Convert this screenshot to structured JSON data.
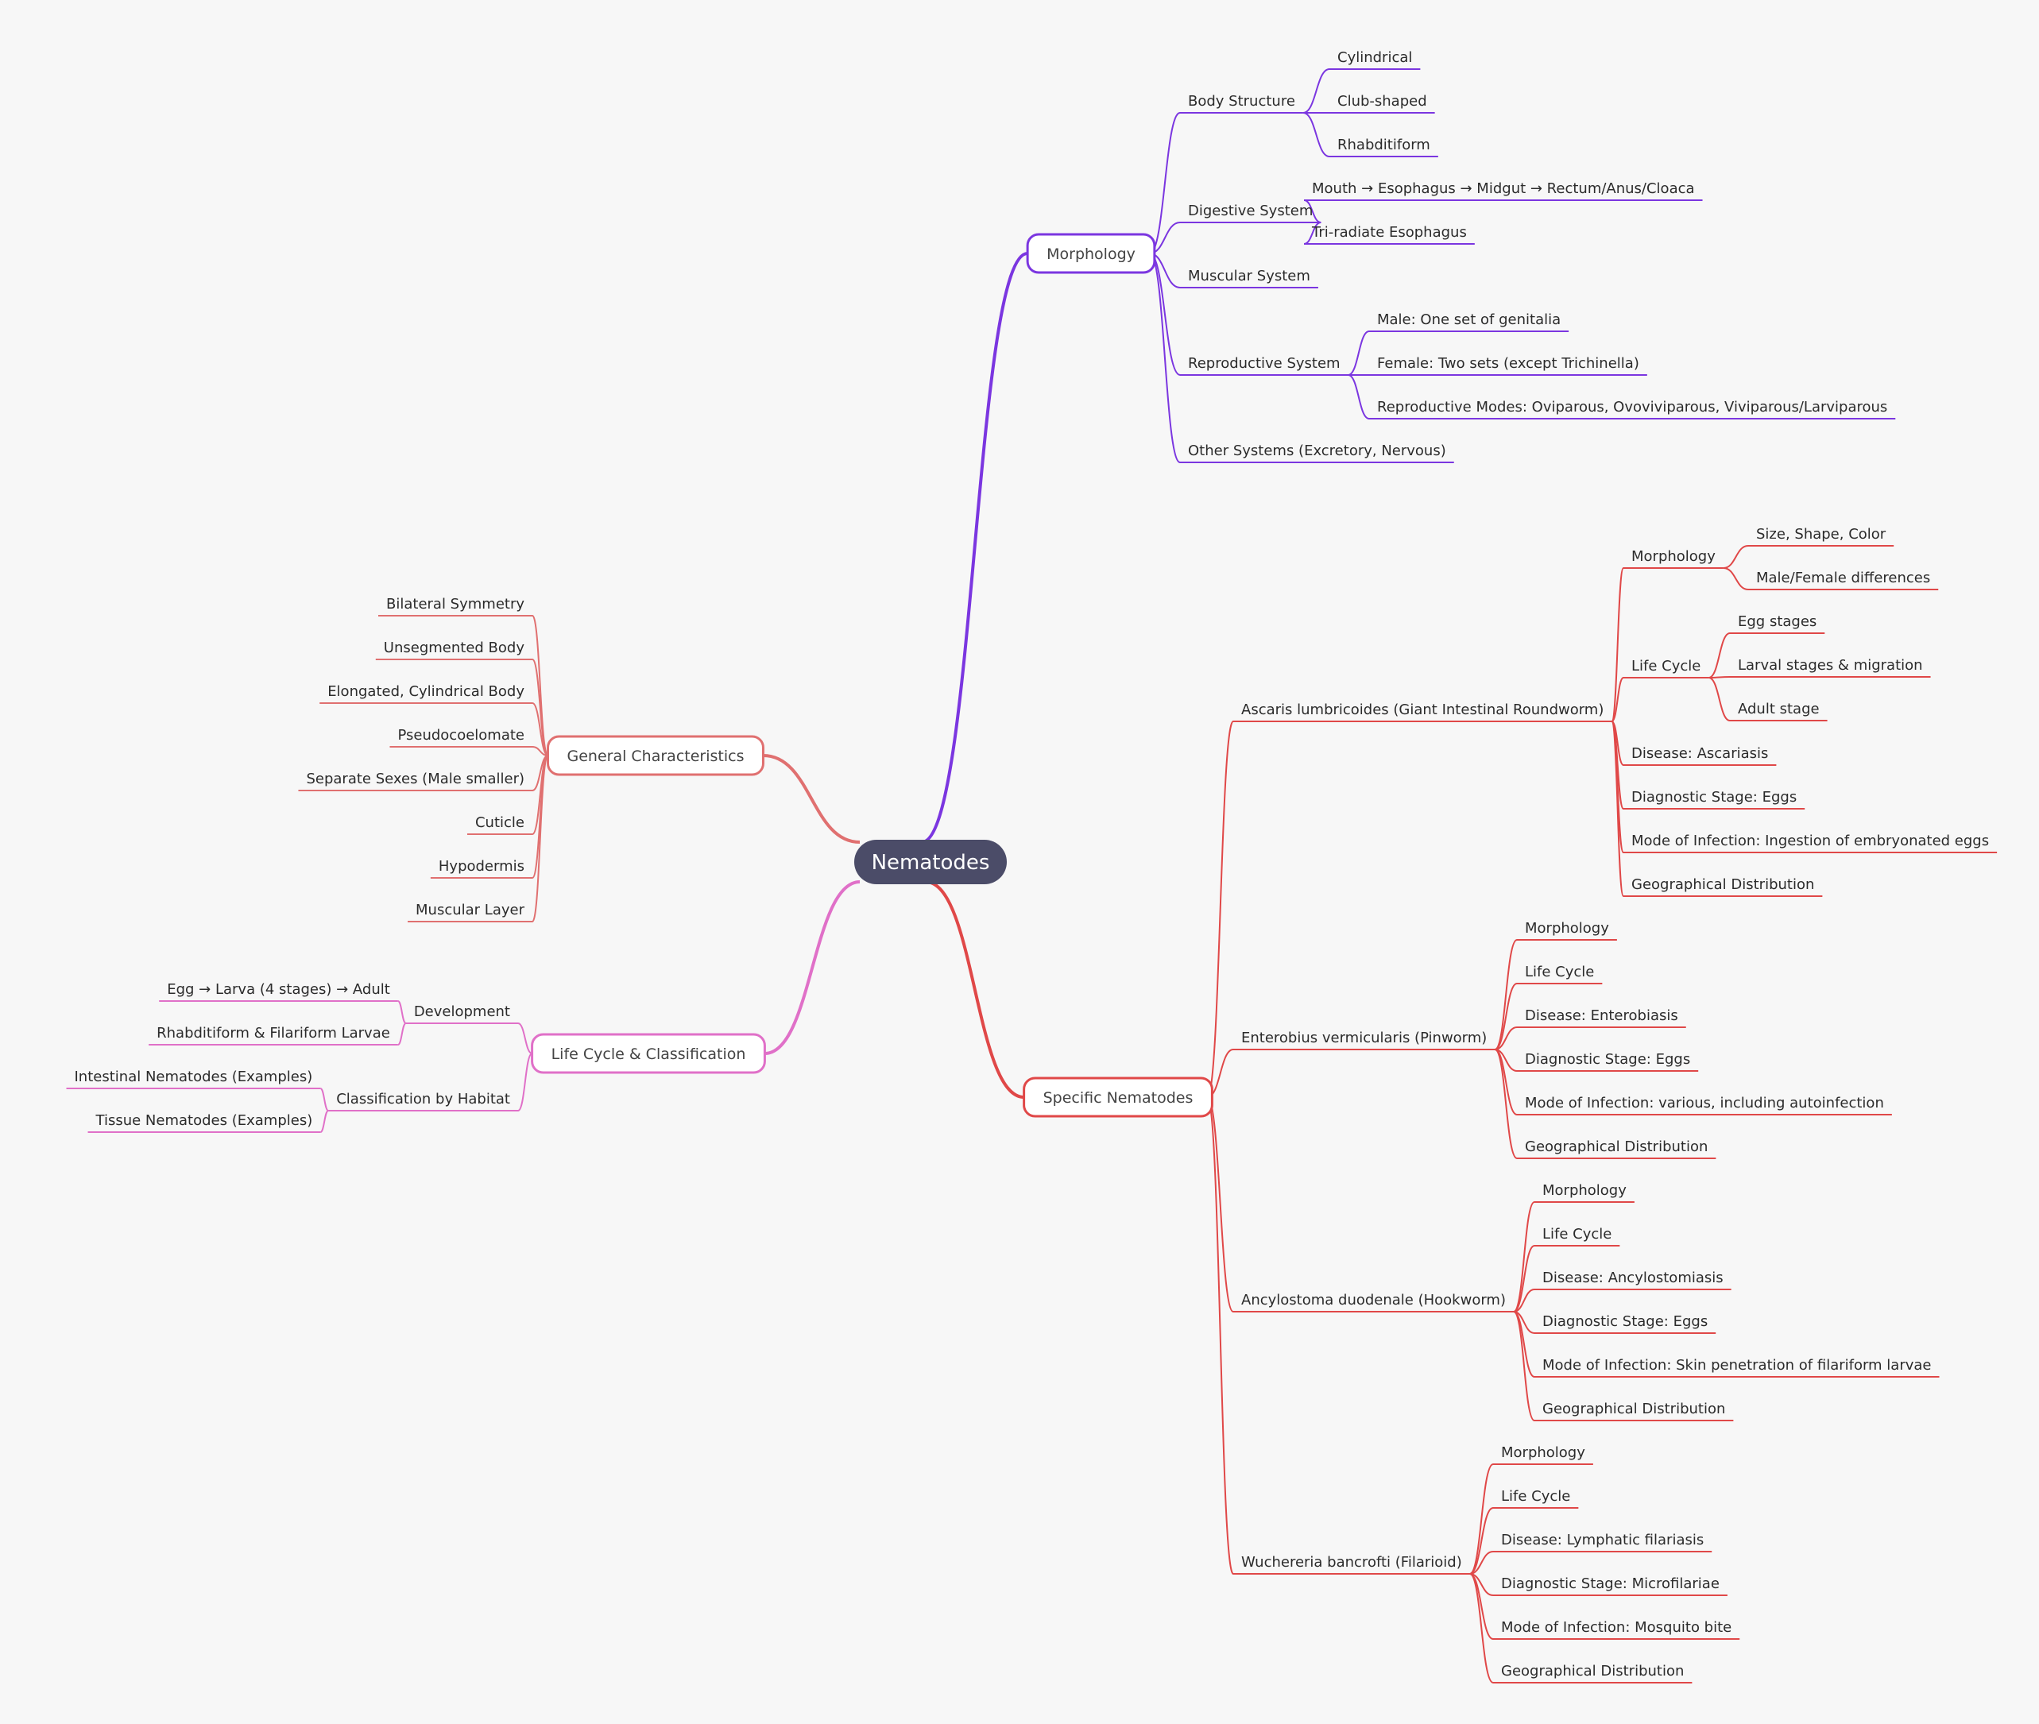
{
  "colors": {
    "background": "#f7f7f7",
    "root": "#4b4c68",
    "morphology": "#7b36e0",
    "general": "#e07070",
    "lifecycle": "#e070c8",
    "specific": "#e04848"
  },
  "root": {
    "label": "Nematodes"
  },
  "branches": {
    "morphology": {
      "label": "Morphology",
      "children": [
        {
          "label": "Body Structure",
          "children": [
            "Cylindrical",
            "Club-shaped",
            "Rhabditiform"
          ]
        },
        {
          "label": "Digestive System",
          "children": [
            "Mouth → Esophagus → Midgut → Rectum/Anus/Cloaca",
            "Tri-radiate Esophagus"
          ]
        },
        {
          "label": "Muscular System",
          "children": []
        },
        {
          "label": "Reproductive System",
          "children": [
            "Male: One set of genitalia",
            "Female: Two sets (except Trichinella)",
            "Reproductive Modes: Oviparous, Ovoviviparous, Viviparous/Larviparous"
          ]
        },
        {
          "label": "Other Systems (Excretory, Nervous)",
          "children": []
        }
      ]
    },
    "general": {
      "label": "General Characteristics",
      "children": [
        "Bilateral Symmetry",
        "Unsegmented Body",
        "Elongated, Cylindrical Body",
        "Pseudocoelomate",
        "Separate Sexes (Male smaller)",
        "Cuticle",
        "Hypodermis",
        "Muscular Layer"
      ]
    },
    "lifecycle": {
      "label": "Life Cycle & Classification",
      "children": [
        {
          "label": "Development",
          "children": [
            "Egg → Larva (4 stages) → Adult",
            "Rhabditiform & Filariform Larvae"
          ]
        },
        {
          "label": "Classification by Habitat",
          "children": [
            "Intestinal Nematodes (Examples)",
            "Tissue Nematodes (Examples)"
          ]
        }
      ]
    },
    "specific": {
      "label": "Specific Nematodes",
      "children": [
        {
          "label": "Ascaris lumbricoides (Giant Intestinal Roundworm)",
          "children": [
            {
              "label": "Morphology",
              "children": [
                "Size, Shape, Color",
                "Male/Female differences"
              ]
            },
            {
              "label": "Life Cycle",
              "children": [
                "Egg stages",
                "Larval stages & migration",
                "Adult stage"
              ]
            },
            {
              "label": "Disease: Ascariasis",
              "children": []
            },
            {
              "label": "Diagnostic Stage: Eggs",
              "children": []
            },
            {
              "label": "Mode of Infection: Ingestion of embryonated eggs",
              "children": []
            },
            {
              "label": "Geographical Distribution",
              "children": []
            }
          ]
        },
        {
          "label": "Enterobius vermicularis (Pinworm)",
          "children": [
            {
              "label": "Morphology",
              "children": []
            },
            {
              "label": "Life Cycle",
              "children": []
            },
            {
              "label": "Disease: Enterobiasis",
              "children": []
            },
            {
              "label": "Diagnostic Stage: Eggs",
              "children": []
            },
            {
              "label": "Mode of Infection: various, including autoinfection",
              "children": []
            },
            {
              "label": "Geographical Distribution",
              "children": []
            }
          ]
        },
        {
          "label": "Ancylostoma duodenale (Hookworm)",
          "children": [
            {
              "label": "Morphology",
              "children": []
            },
            {
              "label": "Life Cycle",
              "children": []
            },
            {
              "label": "Disease: Ancylostomiasis",
              "children": []
            },
            {
              "label": "Diagnostic Stage: Eggs",
              "children": []
            },
            {
              "label": "Mode of Infection: Skin penetration of filariform larvae",
              "children": []
            },
            {
              "label": "Geographical Distribution",
              "children": []
            }
          ]
        },
        {
          "label": "Wuchereria bancrofti (Filarioid)",
          "children": [
            {
              "label": "Morphology",
              "children": []
            },
            {
              "label": "Life Cycle",
              "children": []
            },
            {
              "label": "Disease: Lymphatic filariasis",
              "children": []
            },
            {
              "label": "Diagnostic Stage: Microfilariae",
              "children": []
            },
            {
              "label": "Mode of Infection: Mosquito bite",
              "children": []
            },
            {
              "label": "Geographical Distribution",
              "children": []
            }
          ]
        }
      ]
    }
  }
}
